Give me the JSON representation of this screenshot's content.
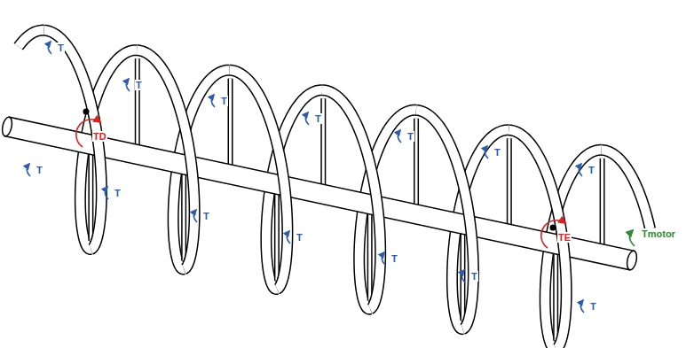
{
  "diagram": {
    "labels": [
      "T",
      "TD",
      "T",
      "T",
      "T",
      "T",
      "T",
      "T",
      "T",
      "T",
      "T",
      "T",
      "T",
      "T",
      "TE",
      "Tmotor",
      "T"
    ]
  }
}
